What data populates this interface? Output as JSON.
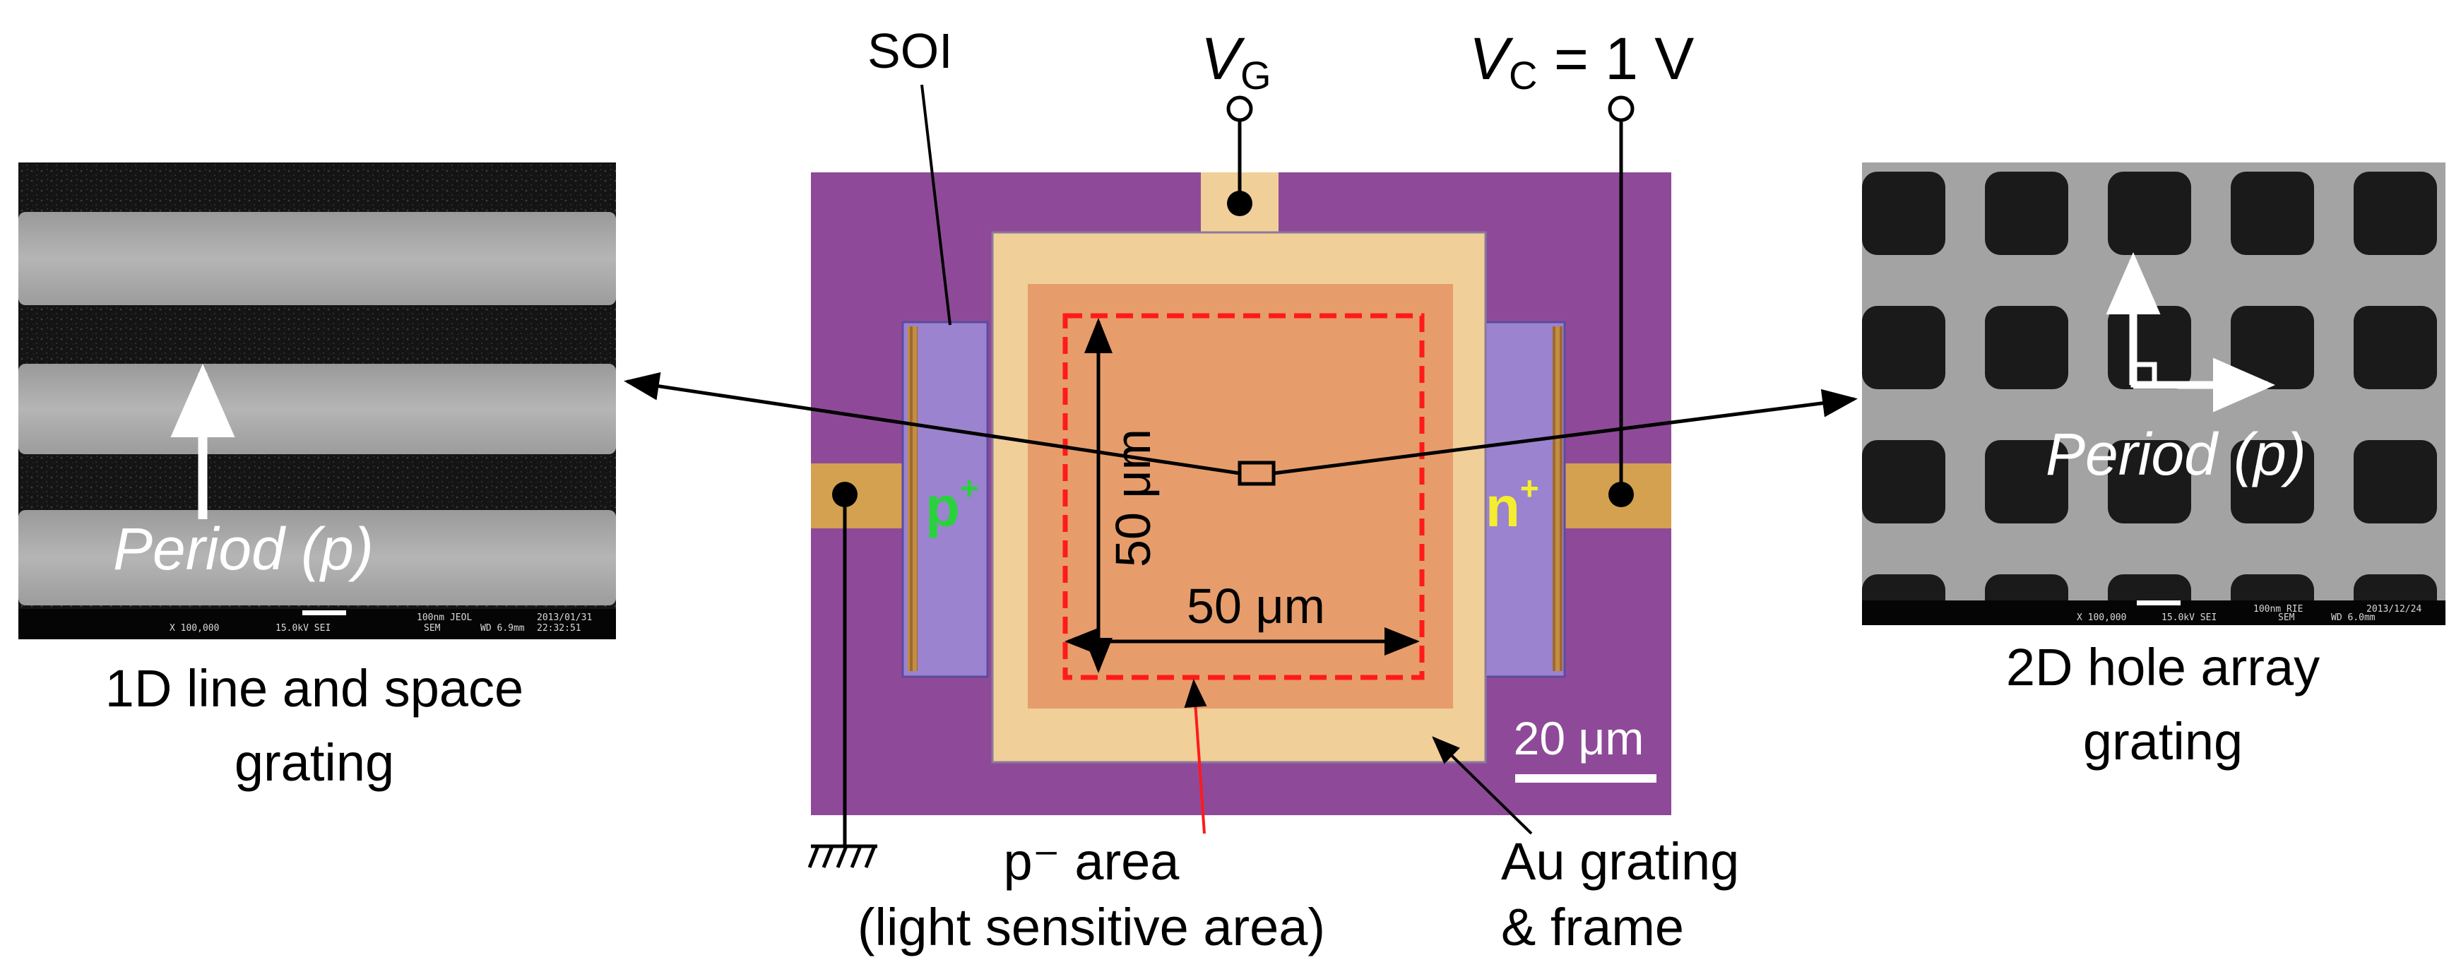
{
  "left_panel": {
    "arrow_label": "Period (p)",
    "caption_line1": "1D line and space",
    "caption_line2": "grating",
    "sem_info": [
      "X 100,000",
      "15.0kV SEI",
      "100nm JEOL",
      "SEM",
      "WD 6.9mm",
      "2013/01/31",
      "22:32:51"
    ]
  },
  "right_panel": {
    "arrow_label": "Period (p)",
    "caption_line1": "2D hole array",
    "caption_line2": "grating",
    "sem_info": [
      "X 100,000",
      "15.0kV SEI",
      "100nm RIE",
      "SEM",
      "WD 6.0mm",
      "2013/12/24"
    ]
  },
  "device": {
    "soi_label": "SOI",
    "vg_label_main": "V",
    "vg_label_sub": "G",
    "vc_label_main": "V",
    "vc_label_sub": "C",
    "vc_label_tail": " = 1  V",
    "p_plus_main": "p",
    "p_plus_sup": "+",
    "n_plus_main": "n",
    "n_plus_sup": "+",
    "dim_vertical": "50 μm",
    "dim_horizontal": "50 μm",
    "scale_bar": "20 μm",
    "p_area_line1": "p⁻ area",
    "p_area_line2": "(light sensitive area)",
    "au_line1": "Au grating",
    "au_line2": "& frame"
  },
  "colors": {
    "purple_substrate": "#8e4a98",
    "gold_frame": "#f1cf99",
    "orange_area": "#e69d6b",
    "soi_blue": "#9b83cf",
    "pad_gold": "#d3a14f",
    "dashed_red": "#ff1a1a",
    "p_plus_green": "#29d23c",
    "n_plus_yellow": "#f5ee2e"
  }
}
